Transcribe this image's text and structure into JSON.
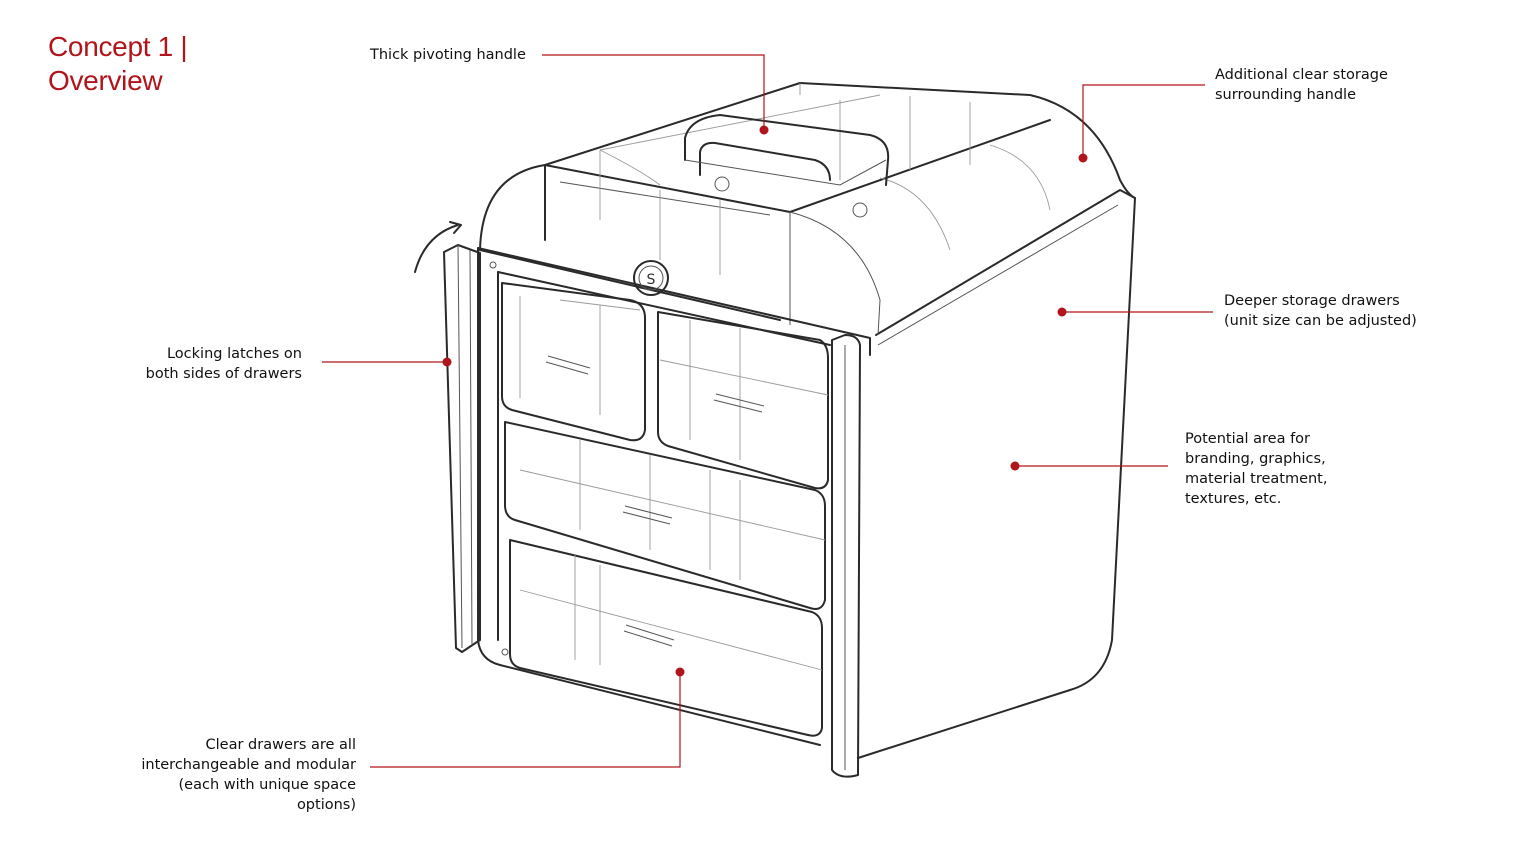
{
  "title": {
    "line1": "Concept 1 |",
    "line2": "Overview"
  },
  "colors": {
    "accent": "#b0151b",
    "ink": "#2a2a2a"
  },
  "callouts": {
    "handle": "Thick pivoting handle",
    "storage": [
      "Additional clear storage",
      "surrounding handle"
    ],
    "latches": [
      "Locking latches on",
      "both sides of drawers"
    ],
    "deeper": [
      "Deeper storage drawers",
      "(unit size can be adjusted)"
    ],
    "branding": [
      "Potential area for",
      "branding, graphics,",
      "material treatment,",
      "textures, etc."
    ],
    "drawers": [
      "Clear drawers are all",
      "interchangeable and modular",
      "(each with unique space",
      "options)"
    ]
  },
  "logo_text": "S"
}
